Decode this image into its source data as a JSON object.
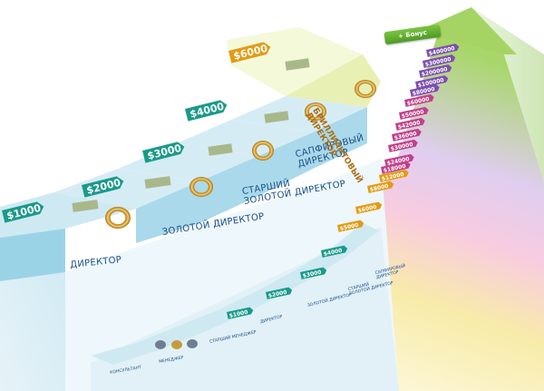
{
  "prices_large": [
    "$1000",
    "$2000",
    "$3000",
    "$4000",
    "$6000"
  ],
  "prices_small": [
    "$1000",
    "$2000",
    "$3000",
    "$4000",
    "$5000",
    "$6000",
    "$8000",
    "$12000",
    "$18000",
    "$24000",
    "$30000",
    "$36000",
    "$42000",
    "$50000",
    "$60000",
    "$80000",
    "$100000",
    "$200000",
    "$300000",
    "$400000"
  ],
  "levels_large": {
    "director": "ДИРЕКТОР",
    "gold_director": "ЗОЛОТОЙ ДИРЕКТОР",
    "senior_gold_director_line1": "СТАРШИЙ",
    "senior_gold_director_line2": "ЗОЛОТОЙ ДИРЕКТОР",
    "sapphire_director_line1": "САПФИРОВЫЙ",
    "sapphire_director_line2": "ДИРЕКТОР",
    "diamond_director_line1": "БРИЛЛИАНТОВЫЙ",
    "diamond_director_line2": "ДИРЕКТОР"
  },
  "levels_small": {
    "consultant": "КОНСУЛЬТАНТ",
    "manager": "МЕНЕДЖЕР",
    "senior_manager": "СТАРШИЙ МЕНЕДЖЕР",
    "director": "ДИРЕКТОР",
    "gold_director": "ЗОЛОТОЙ ДИРЕКТОР",
    "senior_gold_director_line1": "СТАРШИЙ",
    "senior_gold_director_line2": "ЗОЛОТОЙ ДИРЕКТОР",
    "sapphire_director_line1": "САПФИРОВЫЙ",
    "sapphire_director_line2": "ДИРЕКТОР"
  },
  "top_badge": "+ Бонус",
  "colors": {
    "step_top": "#cfe9f3",
    "step_front": "#9bd3e6",
    "price_tag": "#1a9a8a",
    "price_tag_pink": "#c2408a",
    "price_tag_yellow": "#e39b12",
    "label_blue": "#1c4f8a",
    "gold_label": "#b06d12",
    "arrow_green": "#8cc63f",
    "arrow_yellow": "#f4ee9a",
    "arrow_pink": "#f7c6dd",
    "arrow_violet": "#d9c3ea",
    "background": "#ffffff"
  }
}
